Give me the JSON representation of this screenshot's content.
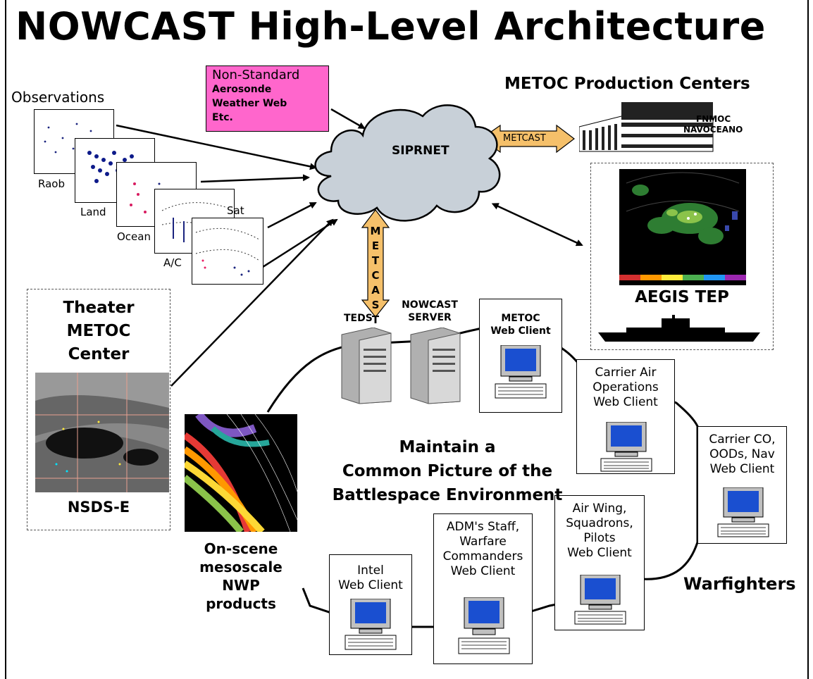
{
  "title": "NOWCAST High-Level Architecture",
  "observations": {
    "label": "Observations",
    "panels": [
      "Raob",
      "Land",
      "Ocean",
      "A/C",
      "Sat"
    ]
  },
  "non_standard": {
    "heading": "Non-Standard",
    "items": [
      "Aerosonde",
      "Weather Web",
      "Etc."
    ],
    "color": "#ff66cc"
  },
  "cloud": {
    "label": "SIPRNET",
    "color": "#c8d0d8"
  },
  "metcast": {
    "horizontal": "METCAST",
    "vertical": "METCAST",
    "color": "#f5c06a"
  },
  "production_centers": {
    "heading": "METOC  Production Centers",
    "sites": [
      "FNMOC",
      "NAVOCEANO"
    ]
  },
  "aegis": {
    "label": "AEGIS TEP"
  },
  "theater": {
    "lines": [
      "Theater",
      "METOC",
      "Center"
    ],
    "product": "NSDS-E"
  },
  "servers": {
    "teds": "TEDS",
    "nowcast": [
      "NOWCAST",
      "SERVER"
    ]
  },
  "clients": [
    {
      "id": "metoc",
      "lines": [
        "METOC",
        "Web Client"
      ],
      "bold": true
    },
    {
      "id": "carrier-air-ops",
      "lines": [
        "Carrier Air",
        "Operations",
        "Web Client"
      ]
    },
    {
      "id": "carrier-co",
      "lines": [
        "Carrier CO,",
        "OODs, Nav",
        "Web Client"
      ]
    },
    {
      "id": "air-wing",
      "lines": [
        "Air Wing,",
        "Squadrons,",
        "Pilots",
        "Web Client"
      ]
    },
    {
      "id": "adm-staff",
      "lines": [
        "ADM's Staff,",
        "Warfare",
        "Commanders",
        "Web Client"
      ]
    },
    {
      "id": "intel",
      "lines": [
        "Intel",
        "Web Client"
      ]
    }
  ],
  "center_text": [
    "Maintain a",
    "Common Picture of the",
    "Battlespace Environment"
  ],
  "nwp": [
    "On-scene",
    "mesoscale",
    "NWP",
    "products"
  ],
  "warfighters": "Warfighters"
}
